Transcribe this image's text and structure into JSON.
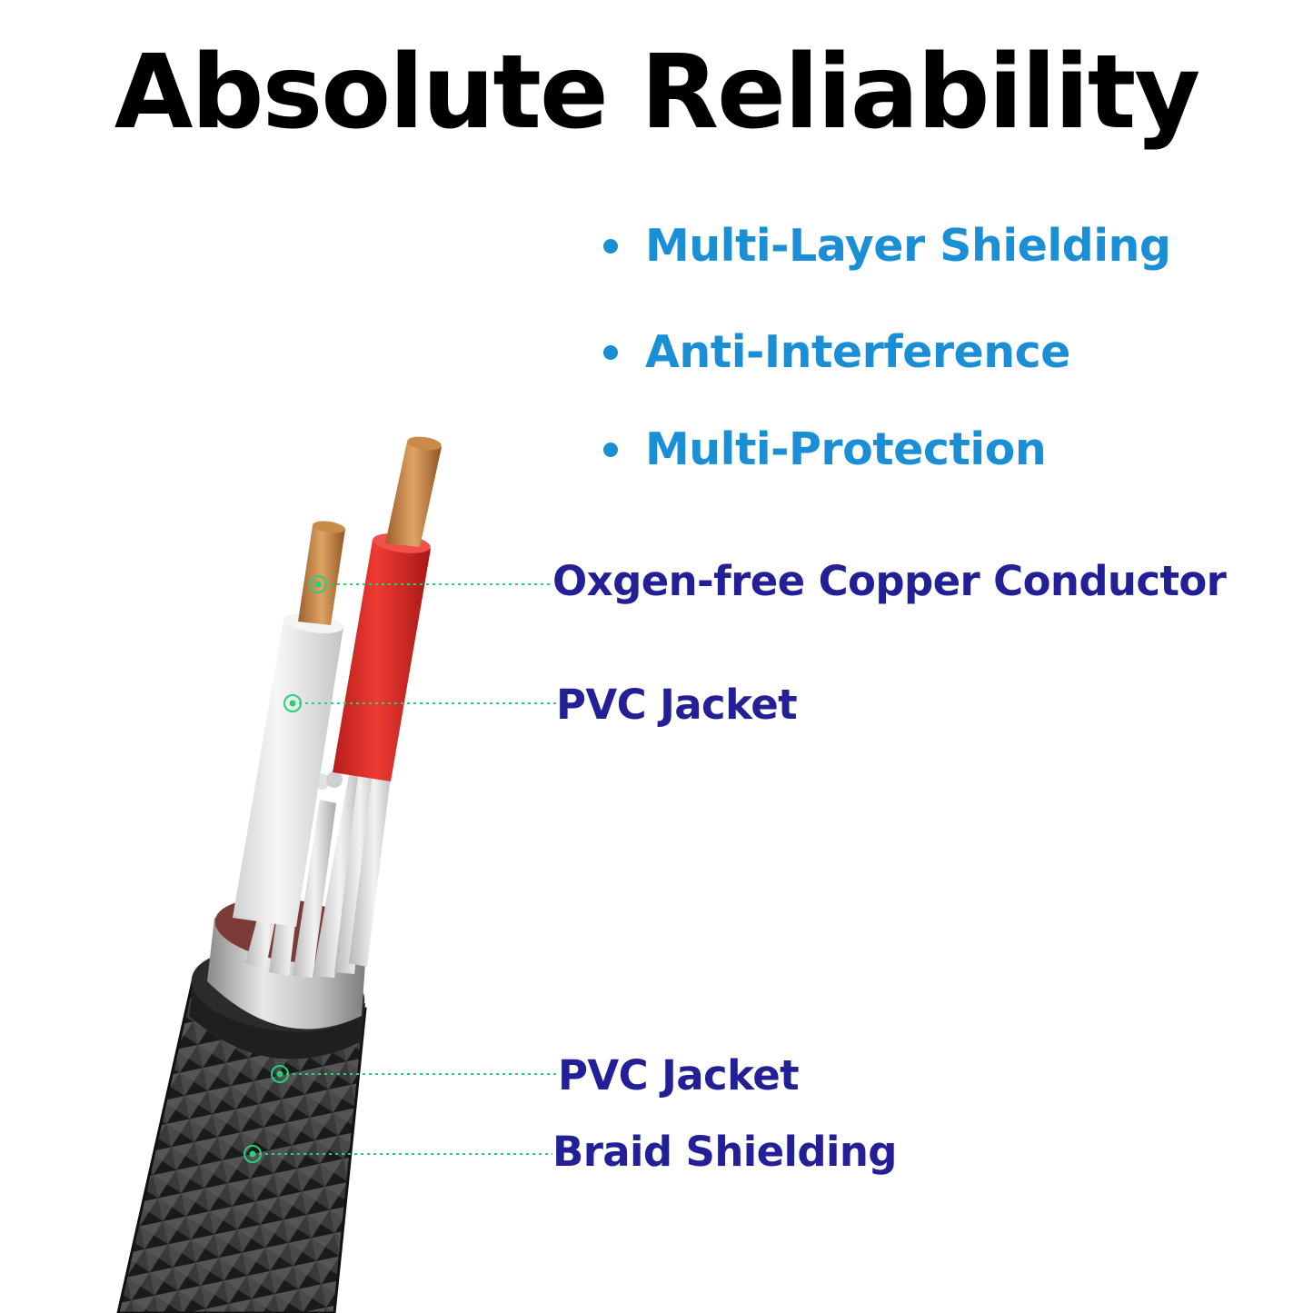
{
  "title": "Absolute Reliability",
  "colors": {
    "feature_text": "#1a8fd6",
    "callout_text": "#231f96",
    "leader_line": "#27d07a",
    "copper": "#c98a4a",
    "red_insulation": "#d82a26",
    "white_insulation": "#eaeaea",
    "braid": "#2a2a2a",
    "foil": "#c9c9c9"
  },
  "features": [
    {
      "label": "Multi-Layer Shielding",
      "icon": "bullet-dot"
    },
    {
      "label": "Anti-Interference",
      "icon": "bullet-dot"
    },
    {
      "label": "Multi-Protection",
      "icon": "bullet-dot"
    }
  ],
  "callouts": [
    {
      "label": "Oxgen-free Copper Conductor",
      "icon": "target-dot"
    },
    {
      "label": "PVC Jacket",
      "icon": "target-dot"
    },
    {
      "label": "PVC Jacket",
      "icon": "target-dot"
    },
    {
      "label": "Braid Shielding",
      "icon": "target-dot"
    }
  ],
  "illustration": "shielded-cable-cross-section"
}
